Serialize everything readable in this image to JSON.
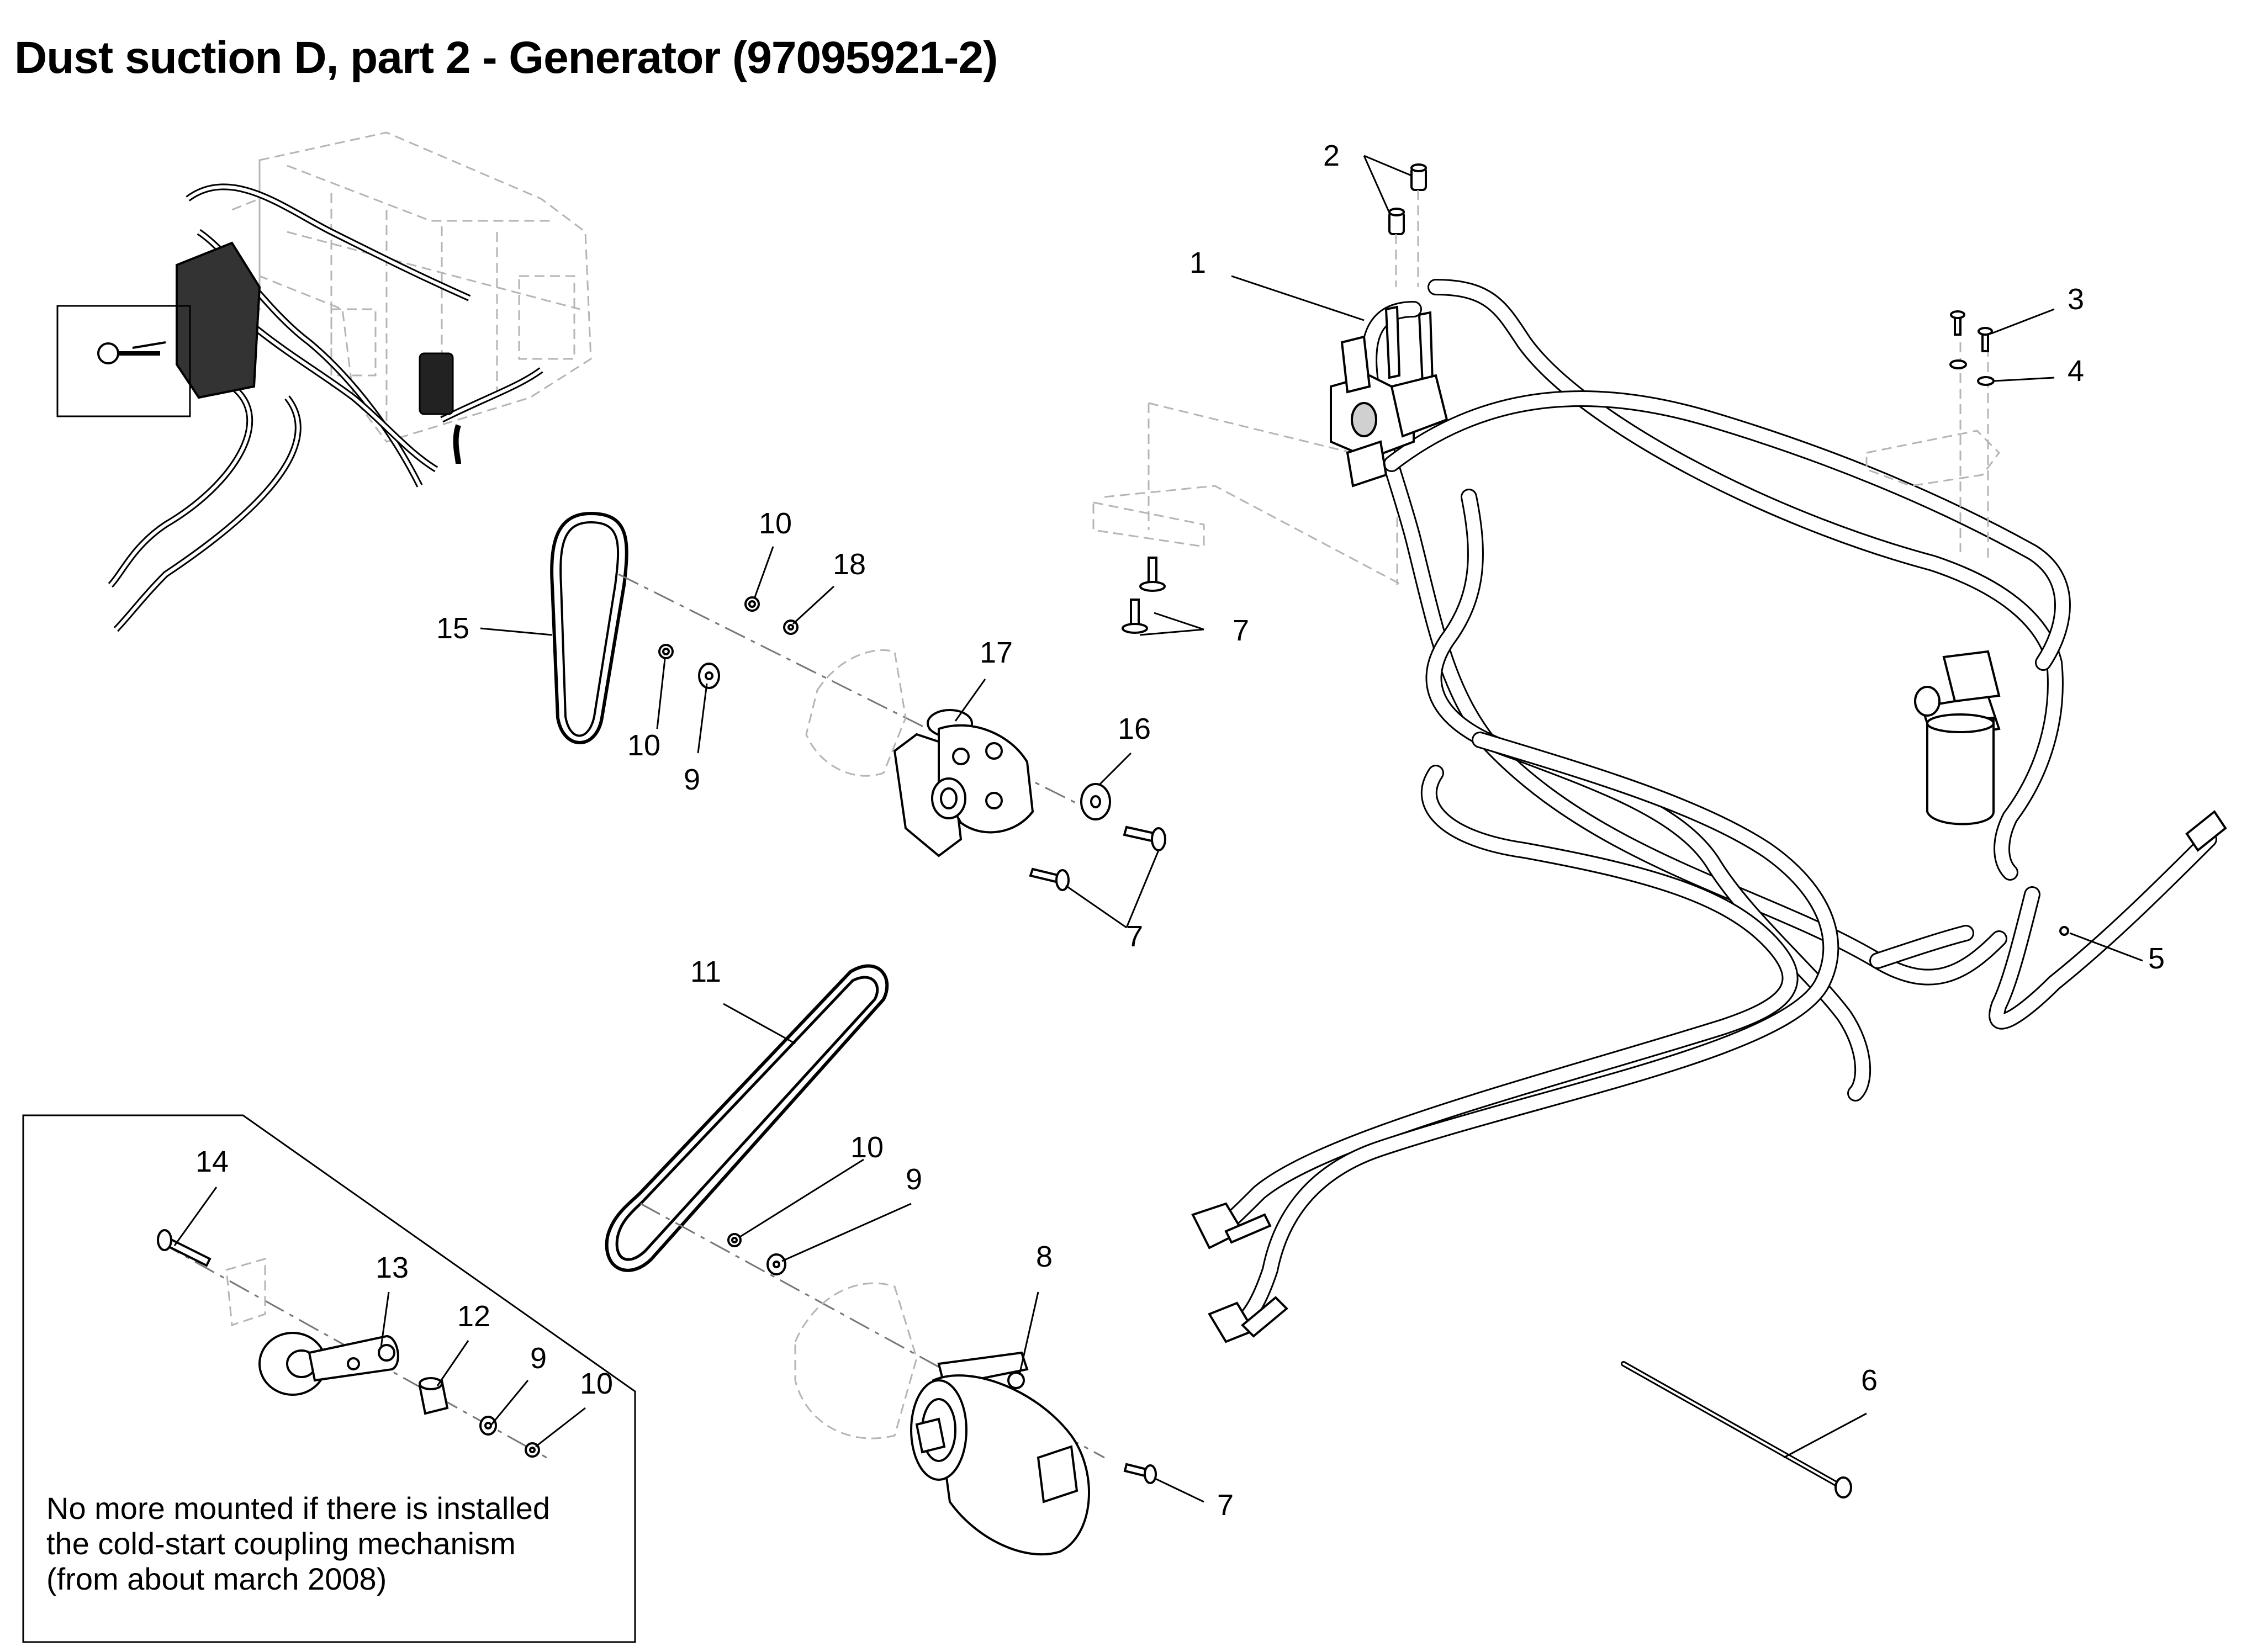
{
  "title": "Dust suction D, part 2 - Generator (97095921-2)",
  "note": {
    "line1": "No more mounted if there is installed",
    "line2": "the cold-start coupling mechanism",
    "line3": "(from about march 2008)"
  },
  "callouts": {
    "c1": "1",
    "c2": "2",
    "c3": "3",
    "c4": "4",
    "c5": "5",
    "c6": "6",
    "c7a": "7",
    "c7b": "7",
    "c7c": "7",
    "c8": "8",
    "c9a": "9",
    "c9b": "9",
    "c9c": "9",
    "c10a": "10",
    "c10b": "10",
    "c10c": "10",
    "c10d": "10",
    "c11": "11",
    "c12": "12",
    "c13": "13",
    "c14": "14",
    "c15": "15",
    "c16": "16",
    "c17": "17",
    "c18": "18"
  }
}
